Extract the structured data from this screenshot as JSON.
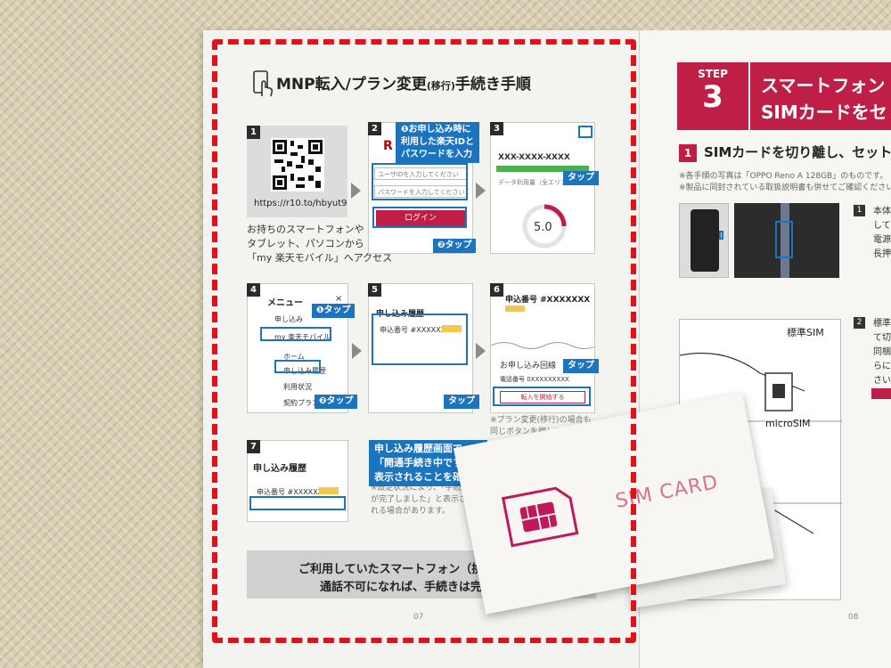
{
  "left_page": {
    "title": "MNP転入/プラン変更",
    "title_small": "(移行)",
    "title_end": "手続き手順",
    "page_number": "07",
    "steps": [
      {
        "number": "1",
        "url": "https://r10.to/hbyut9",
        "caption": [
          "お持ちのスマートフォンや",
          "タブレット、パソコンから",
          "「my 楽天モバイル」へアクセス"
        ]
      },
      {
        "number": "2",
        "callout_1": [
          "❶お申し込み時に",
          "利用した楽天IDと",
          "パスワードを入力"
        ],
        "callout_2": "❷タップ",
        "login_button": "ログイン",
        "placeholder_1": "ユーザIDを入力してください",
        "placeholder_2": "パスワードを入力してください"
      },
      {
        "number": "3",
        "phone": "XXX-XXXX-XXXX",
        "data_label": "データ利用量（全エリア）",
        "data_value": "5.0",
        "callout": "タップ"
      },
      {
        "number": "4",
        "menu_title": "メニュー",
        "items": [
          "申し込み",
          "my 楽天モバイル",
          "ホーム",
          "申し込み履歴",
          "利用状況",
          "契約プラン"
        ],
        "callout_1": "❶タップ",
        "callout_2": "❷タップ"
      },
      {
        "number": "5",
        "page_title": "申し込み履歴",
        "order_number": "申込番号 #XXXXXXX",
        "callout": "タップ"
      },
      {
        "number": "6",
        "order_number": "申込番号 #XXXXXXX",
        "section": "お申し込み回線",
        "phone_label": "電話番号 0XXXXXXXXX",
        "button": "転入を開始する",
        "callout": "タップ",
        "note": [
          "※プラン変更(移行)の場合も",
          "同じボタンを押してくだ"
        ]
      },
      {
        "number": "7",
        "page_title": "申し込み履歴",
        "order_number": "申込番号 #XXXXXXX",
        "callout": [
          "申し込み履歴画面で",
          "「開通手続き中です」と",
          "表示されることを確認"
        ],
        "note": [
          "※設定状況により、「手続き",
          "が完了しました」と表示さ",
          "れる場合があります。"
        ]
      }
    ],
    "banner": [
      "ご利用していたスマートフォン（携帯電",
      "通話不可になれば、手続きは完了で"
    ]
  },
  "right_page": {
    "step_label": "STEP",
    "step_number": "3",
    "title_lines": [
      "スマートフォン",
      "SIMカードをセ"
    ],
    "section_number": "1",
    "section_title": "SIMカードを切り離し、セット",
    "notes": [
      "※各手順の写真は「OPPO Reno A 128GB」のものです。",
      "※製品に同封されている取扱説明書も併せてご確認ください。"
    ],
    "item_1": {
      "number": "1",
      "text": [
        "本体",
        "して",
        "電源",
        "長押"
      ]
    },
    "item_2": {
      "number": "2",
      "text": [
        "標準",
        "て切",
        "同梱",
        "らに",
        "さい"
      ]
    },
    "sim_labels": [
      "標準SIM",
      "microSIM"
    ],
    "page_number": "08"
  },
  "envelope": {
    "label": "SIM CARD"
  },
  "colors": {
    "highlight": "#e3101a",
    "callout_blue": "#1c74bf",
    "step_red": "#bf1e46",
    "sim_pink": "#d8718d"
  }
}
